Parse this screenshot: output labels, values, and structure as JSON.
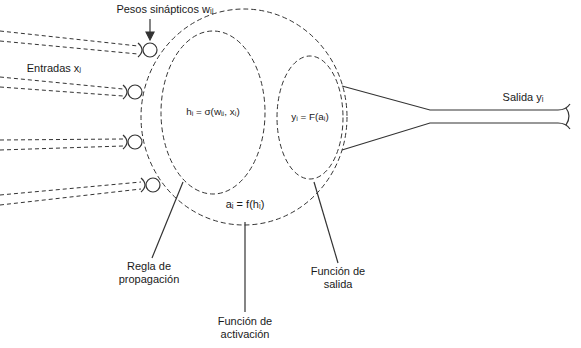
{
  "diagram": {
    "nodes": [
      {
        "text": [
          "aᵢ = f(hᵢ)"
        ]
      },
      {
        "text": [
          "hᵢ = σ(wᵢⱼ, xⱼ)"
        ],
        "in": 0
      },
      {
        "text": [
          "yᵢ = F(aᵢ)"
        ],
        "in": 0
      }
    ],
    "labels": [
      "Pesos sinápticos wᵢⱼ",
      "Entradas xⱼ",
      "Salida yᵢ",
      "Regla de propagación",
      "Función de activación",
      "Función de salida"
    ]
  }
}
